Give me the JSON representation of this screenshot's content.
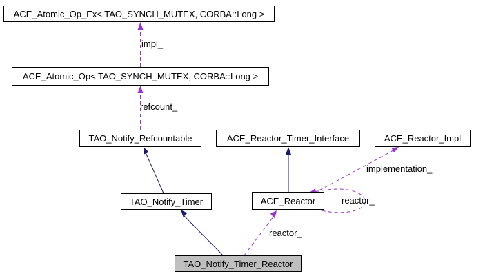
{
  "diagram": {
    "type": "collaboration-graph",
    "colors": {
      "inheritance_edge": "#191970",
      "usage_edge": "#9a32cd",
      "node_border": "#000000",
      "node_fill": "#ffffff",
      "focus_node_fill": "#bfbfbf",
      "background": "#ffffff",
      "text": "#000000"
    },
    "nodes": [
      {
        "id": "ace_atomic_op_ex",
        "label": "ACE_Atomic_Op_Ex< TAO_SYNCH_MUTEX, CORBA::Long >",
        "focus": false
      },
      {
        "id": "ace_atomic_op",
        "label": "ACE_Atomic_Op< TAO_SYNCH_MUTEX, CORBA::Long >",
        "focus": false
      },
      {
        "id": "tao_notify_refcountable",
        "label": "TAO_Notify_Refcountable",
        "focus": false
      },
      {
        "id": "ace_reactor_timer_interface",
        "label": "ACE_Reactor_Timer_Interface",
        "focus": false
      },
      {
        "id": "ace_reactor_impl",
        "label": "ACE_Reactor_Impl",
        "focus": false
      },
      {
        "id": "tao_notify_timer",
        "label": "TAO_Notify_Timer",
        "focus": false
      },
      {
        "id": "ace_reactor",
        "label": "ACE_Reactor",
        "focus": false
      },
      {
        "id": "tao_notify_timer_reactor",
        "label": "TAO_Notify_Timer_Reactor",
        "focus": true
      }
    ],
    "edges": [
      {
        "from": "ace_atomic_op",
        "to": "ace_atomic_op_ex",
        "type": "usage",
        "label": "impl_"
      },
      {
        "from": "tao_notify_refcountable",
        "to": "ace_atomic_op",
        "type": "usage",
        "label": "refcount_"
      },
      {
        "from": "tao_notify_timer",
        "to": "tao_notify_refcountable",
        "type": "inheritance",
        "label": ""
      },
      {
        "from": "ace_reactor",
        "to": "ace_reactor_timer_interface",
        "type": "inheritance",
        "label": ""
      },
      {
        "from": "ace_reactor",
        "to": "ace_reactor_impl",
        "type": "usage",
        "label": "implementation_"
      },
      {
        "from": "ace_reactor",
        "to": "ace_reactor",
        "type": "usage",
        "label": "reactor_"
      },
      {
        "from": "tao_notify_timer_reactor",
        "to": "tao_notify_timer",
        "type": "inheritance",
        "label": ""
      },
      {
        "from": "tao_notify_timer_reactor",
        "to": "ace_reactor",
        "type": "usage",
        "label": "reactor_"
      }
    ]
  }
}
